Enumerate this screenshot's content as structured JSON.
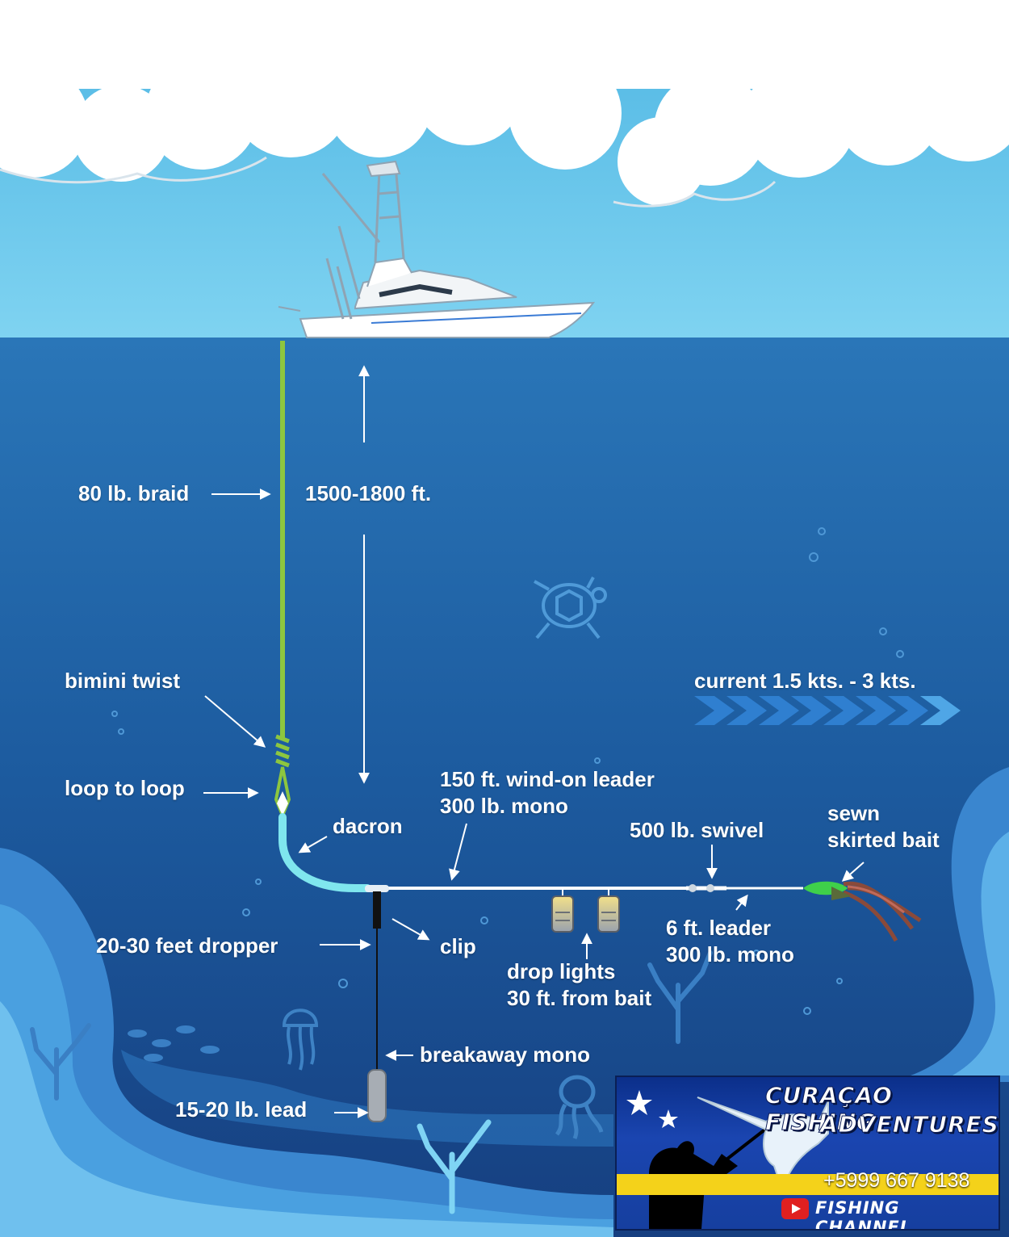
{
  "labels": {
    "braid": "80 lb. braid",
    "depth": "1500-1800 ft.",
    "bimini": "bimini twist",
    "loop": "loop to loop",
    "dacron": "dacron",
    "wind_on_1": "150 ft. wind-on leader",
    "wind_on_2": "300 lb. mono",
    "swivel": "500 lb. swivel",
    "bait_1": "sewn",
    "bait_2": "skirted bait",
    "current": "current 1.5 kts. - 3 kts.",
    "dropper": "20-30 feet dropper",
    "clip": "clip",
    "lights_1": "drop lights",
    "lights_2": "30 ft. from bait",
    "leader_1": "6 ft. leader",
    "leader_2": "300 lb. mono",
    "breakaway": "breakaway mono",
    "lead": "15-20 lb. lead"
  },
  "logo": {
    "title_1": "CURAÇAO FISHING",
    "title_2": "ADVENTURES",
    "phone": "+5999 667 9138",
    "channel": "FISHING CHANNEL"
  },
  "colors": {
    "sky": "#5cc3ea",
    "ocean": "#1e5da1",
    "braid": "#8dc63f",
    "dacron": "#7fe6ee",
    "mono": "#ffffff"
  }
}
